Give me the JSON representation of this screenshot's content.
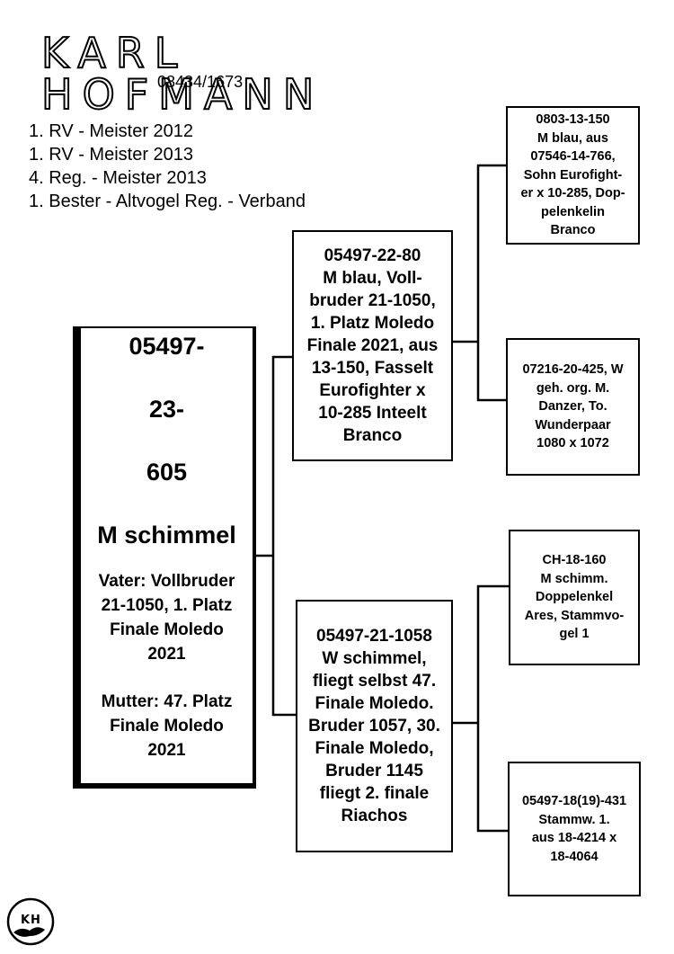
{
  "brand": {
    "name": "KARL HOFMANN",
    "number": "08434/1673",
    "logo_letters": "KH"
  },
  "titles": [
    "1. RV - Meister 2012",
    "1. RV - Meister 2013",
    "4. Reg. - Meister 2013",
    "1. Bester - Altvogel Reg. - Verband"
  ],
  "main": {
    "ring_part1": "05497-",
    "ring_part2": "23-",
    "ring_part3": "605",
    "description": "M schimmel",
    "father_line1": "Vater: Vollbruder",
    "father_line2": "21-1050, 1. Platz",
    "father_line3": "Finale Moledo",
    "father_line4": "2021",
    "mother_line1": "Mutter: 47. Platz",
    "mother_line2": "Finale Moledo",
    "mother_line3": "2021"
  },
  "father": {
    "lines": [
      "05497-22-80",
      "M blau, Voll-",
      "bruder 21-1050,",
      "1. Platz Moledo",
      "Finale 2021, aus",
      "13-150, Fasselt",
      "Eurofighter x",
      "10-285 Inteelt",
      "Branco"
    ]
  },
  "mother": {
    "lines": [
      "05497-21-1058",
      "W schimmel,",
      "fliegt selbst 47.",
      "Finale Moledo.",
      "Bruder 1057, 30.",
      "Finale Moledo,",
      "Bruder 1145",
      "fliegt 2. finale",
      "Riachos"
    ]
  },
  "grandparents": {
    "ff": [
      "0803-13-150",
      "M blau, aus",
      "07546-14-766,",
      "Sohn Eurofight-",
      "er x 10-285, Dop-",
      "pelenkelin",
      "Branco"
    ],
    "fm": [
      "07216-20-425, W",
      "geh. org. M.",
      "Danzer, To.",
      "Wunderpaar",
      "1080 x 1072"
    ],
    "mf": [
      "CH-18-160",
      "M schimm.",
      "Doppelenkel",
      "Ares, Stammvo-",
      "gel 1"
    ],
    "mm": [
      "05497-18(19)-431",
      "Stammw. 1.",
      "aus 18-4214 x",
      "18-4064"
    ]
  }
}
